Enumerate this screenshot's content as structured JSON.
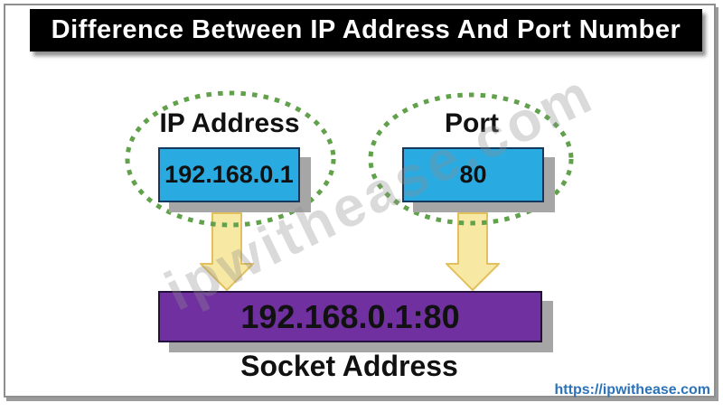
{
  "title": "Difference Between IP Address And Port Number",
  "ip_group": {
    "label": "IP Address",
    "value": "192.168.0.1"
  },
  "port_group": {
    "label": "Port",
    "value": "80"
  },
  "socket": {
    "value": "192.168.0.1:80",
    "label": "Socket Address"
  },
  "watermark": "ipwithease.com",
  "link": {
    "text": "https://ipwithease.com"
  },
  "colors": {
    "title_bg": "#000000",
    "title_fg": "#ffffff",
    "box_cyan": "#29abe2",
    "box_purple": "#7030a0",
    "arrow_fill": "#f7e9a4",
    "arrow_border": "#e3c05e",
    "dot_green": "#62a14b",
    "shadow_gray": "#a6a6a6",
    "link_blue": "#2b72b8"
  }
}
